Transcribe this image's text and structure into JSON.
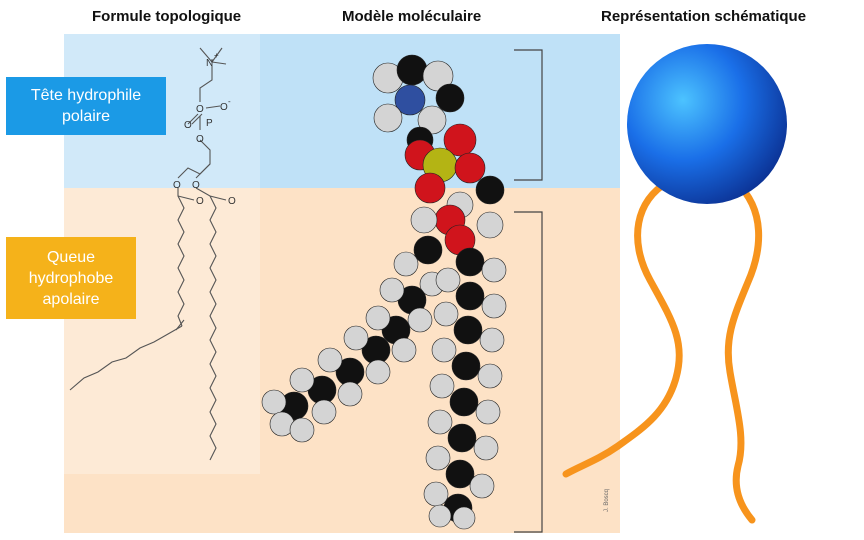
{
  "headings": {
    "formula": "Formule topologique",
    "model": "Modèle moléculaire",
    "schematic": "Représentation schématique"
  },
  "labels": {
    "head_line1": "Tête hydrophile",
    "head_line2": "polaire",
    "tail_line1": "Queue",
    "tail_line2": "hydrophobe",
    "tail_line3": "apolaire"
  },
  "formula_atoms": {
    "nitrogen": "N",
    "charge_plus": "+",
    "phosphorus": "P",
    "oxygen": "O",
    "oxygen_minus": "O",
    "charge_minus": "-"
  },
  "credit": "J. Boscq",
  "colors": {
    "head_zone": "#bfe1f7",
    "tail_zone": "#fde2c6",
    "head_label": "#1b9ae6",
    "tail_label": "#f5b21a",
    "schematic_head": "#1565e0",
    "schematic_tail": "#f7941d",
    "atom_carbon": "#111111",
    "atom_hydrogen": "#d4d4d4",
    "atom_oxygen": "#d0141c",
    "atom_phosphorus": "#b4b414",
    "atom_nitrogen": "#2f4fa0"
  }
}
